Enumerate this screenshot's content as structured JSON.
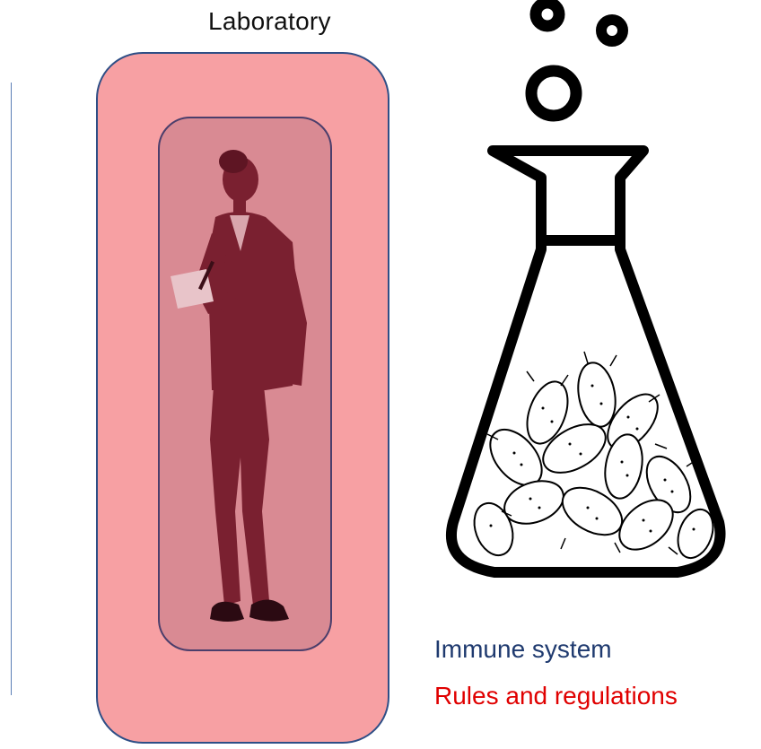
{
  "title": "Laboratory",
  "captions": {
    "immune": "Immune system",
    "rules": "Rules and regulations"
  },
  "colors": {
    "outer_fill": "#f7a0a3",
    "inner_fill": "#d98a93",
    "outline": "#2e4e86",
    "person_tint": "#7a2030",
    "immune_text": "#1f3a6f",
    "rules_text": "#e00000"
  },
  "icons": {
    "figure": "woman-figure",
    "vessel": "erlenmeyer-flask-icon",
    "bubbles": "bubble-icon",
    "contents": "bacteria-icon"
  }
}
